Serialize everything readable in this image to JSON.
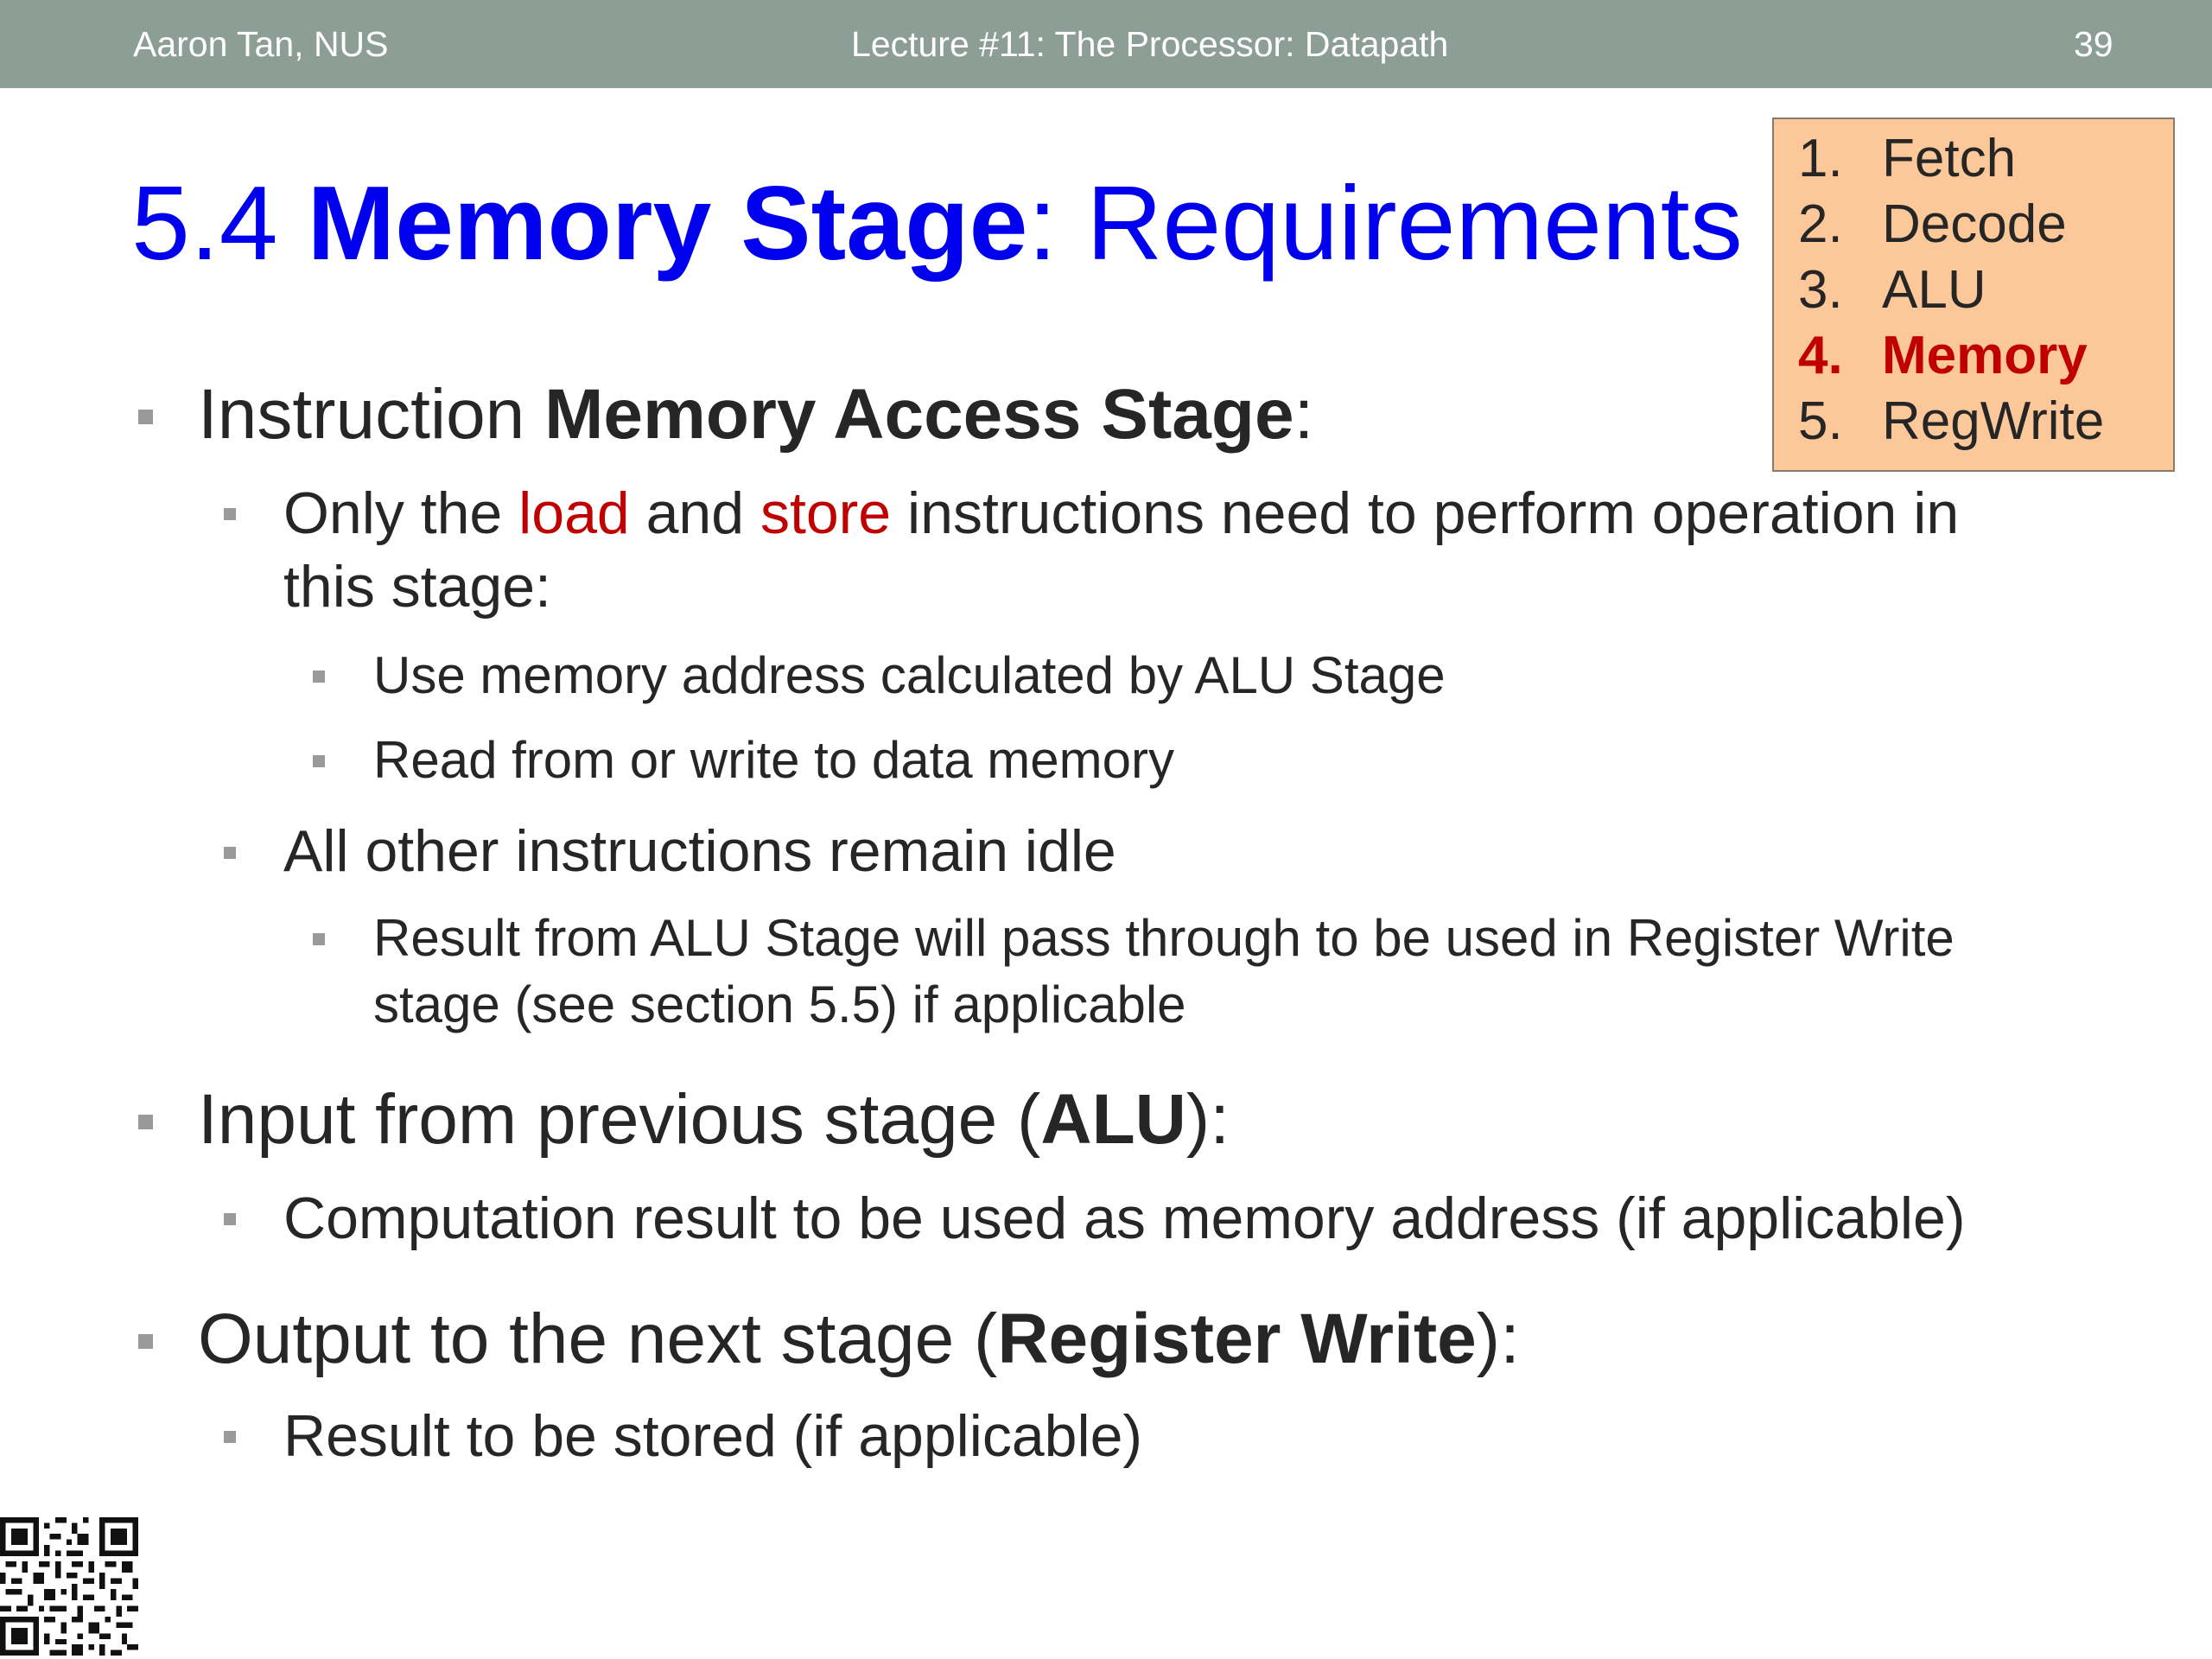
{
  "header": {
    "author": "Aaron Tan, NUS",
    "lecture": "Lecture #11: The Processor: Datapath",
    "page": "39"
  },
  "title": {
    "number": "5.4",
    "strong": "Memory Stage",
    "rest": ": Requirements"
  },
  "stages": [
    {
      "num": "1.",
      "label": "Fetch",
      "active": false
    },
    {
      "num": "2.",
      "label": "Decode",
      "active": false
    },
    {
      "num": "3.",
      "label": "ALU",
      "active": false
    },
    {
      "num": "4.",
      "label": "Memory",
      "active": true
    },
    {
      "num": "5.",
      "label": "RegWrite",
      "active": false
    }
  ],
  "content": {
    "b1": {
      "pre": "Instruction ",
      "bold": "Memory Access Stage",
      "post": ":"
    },
    "b1_1": {
      "a": "Only the ",
      "load": "load",
      "b": " and ",
      "store": "store",
      "c": " instructions need to perform operation in",
      "line2": "this stage:"
    },
    "b1_1_1": "Use memory address calculated by ALU Stage",
    "b1_1_2": "Read from or write to data memory",
    "b1_2": "All other instructions remain idle",
    "b1_2_1": {
      "line1": "Result from ALU Stage will pass through to be used in Register Write",
      "line2": "stage (see section 5.5) if applicable"
    },
    "b2": {
      "pre": "Input from previous stage (",
      "bold": "ALU",
      "post": "):"
    },
    "b2_1": "Computation result to be used as memory address (if applicable)",
    "b3": {
      "pre": "Output to the next stage (",
      "bold": "Register Write",
      "post": "):"
    },
    "b3_1": "Result to be stored (if applicable)"
  }
}
